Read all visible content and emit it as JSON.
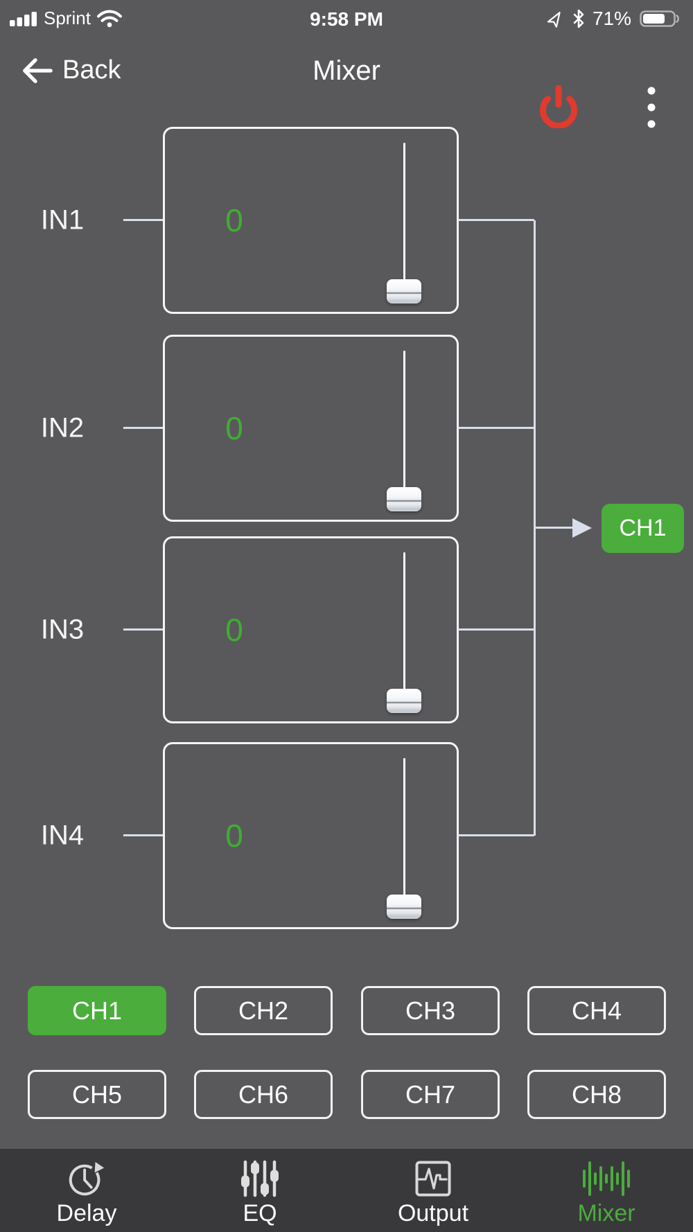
{
  "status_bar": {
    "carrier": "Sprint",
    "time": "9:58 PM",
    "battery_percent": "71%",
    "icons": [
      "signal-bars-icon",
      "wifi-icon",
      "location-arrow-icon",
      "bluetooth-icon",
      "battery-icon"
    ]
  },
  "nav_bar": {
    "back_label": "Back",
    "title": "Mixer",
    "icons": [
      "back-arrow-icon",
      "power-icon",
      "kebab-menu-icon"
    ]
  },
  "mixer": {
    "inputs": [
      {
        "label": "IN1",
        "value": "0"
      },
      {
        "label": "IN2",
        "value": "0"
      },
      {
        "label": "IN3",
        "value": "0"
      },
      {
        "label": "IN4",
        "value": "0"
      }
    ],
    "output_label": "CH1"
  },
  "channels": {
    "selected": "CH1",
    "buttons": [
      "CH1",
      "CH2",
      "CH3",
      "CH4",
      "CH5",
      "CH6",
      "CH7",
      "CH8"
    ]
  },
  "tab_bar": {
    "active": "Mixer",
    "tabs": [
      {
        "label": "Delay",
        "icon": "clock-delay-icon"
      },
      {
        "label": "EQ",
        "icon": "eq-sliders-icon"
      },
      {
        "label": "Output",
        "icon": "output-meter-icon"
      },
      {
        "label": "Mixer",
        "icon": "waveform-bars-icon"
      }
    ]
  },
  "colors": {
    "background": "#59595b",
    "tab_bar_background": "#39393b",
    "accent_green": "#4aad3c",
    "value_green": "#3fae31",
    "power_red": "#e23a2e",
    "wire": "#d9deec"
  }
}
